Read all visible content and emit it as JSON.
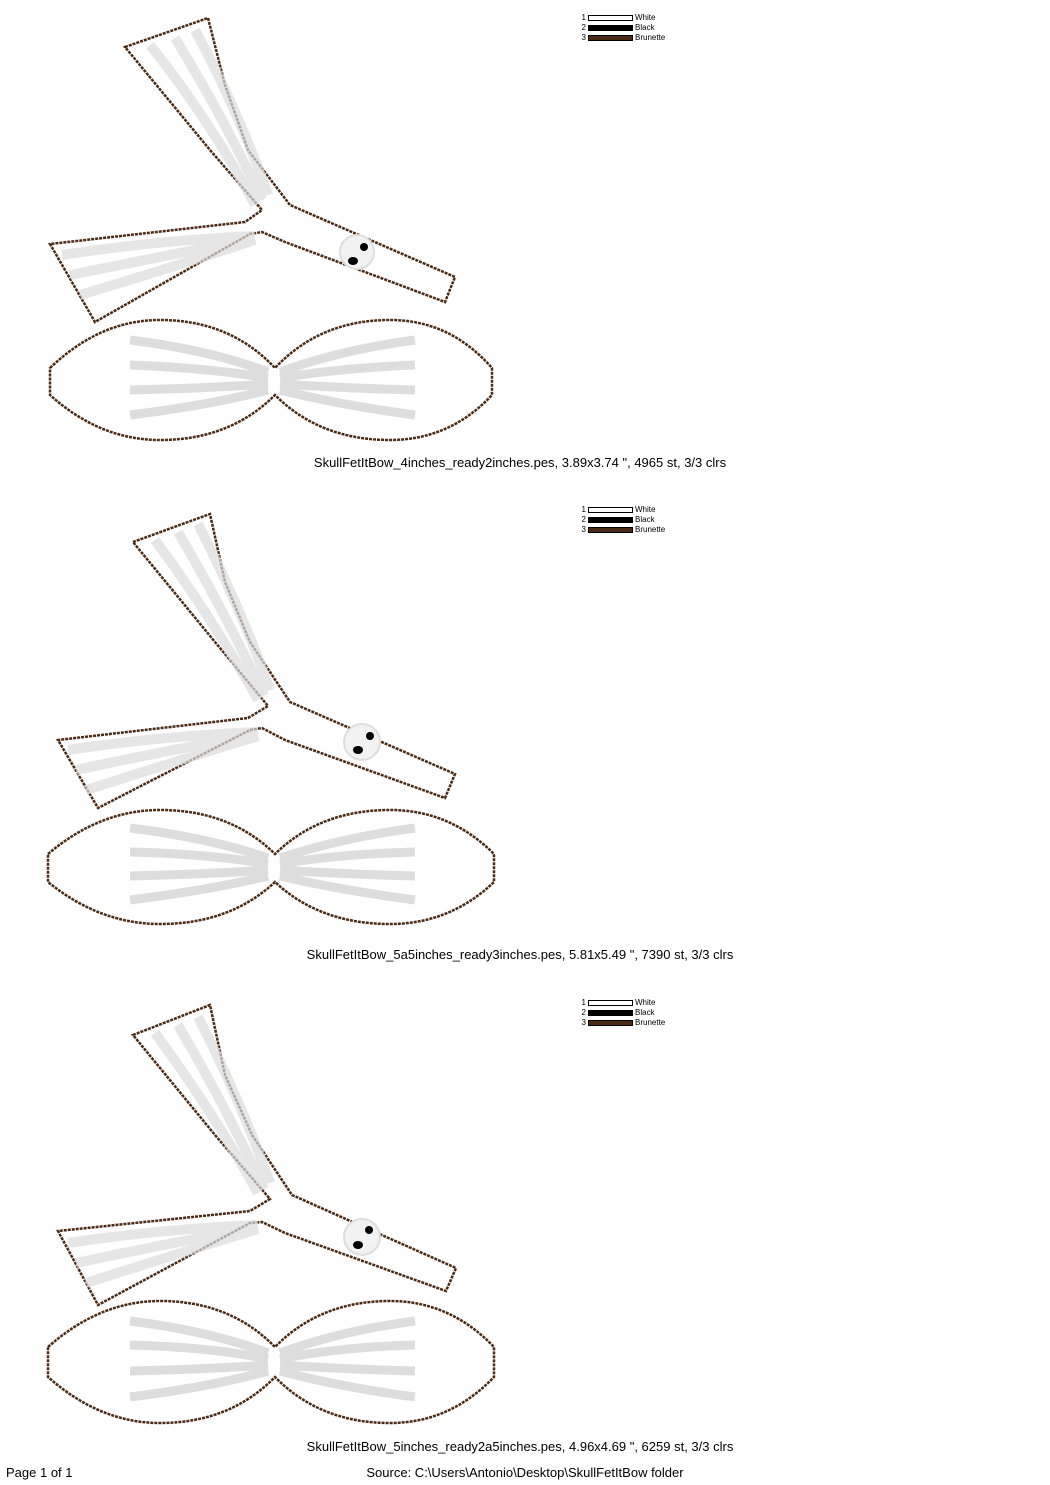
{
  "legend": [
    {
      "num": "1",
      "name": "White",
      "color": "#ffffff"
    },
    {
      "num": "2",
      "name": "Black",
      "color": "#000000"
    },
    {
      "num": "3",
      "name": "Brunette",
      "color": "#4a2a14"
    }
  ],
  "designs": [
    {
      "caption": "SkullFetItBow_4inches_ready2inches.pes, 3.89x3.74 \", 4965 st, 3/3 clrs"
    },
    {
      "caption": "SkullFetItBow_5a5inches_ready3inches.pes, 5.81x5.49 \", 7390 st, 3/3 clrs"
    },
    {
      "caption": "SkullFetItBow_5inches_ready2a5inches.pes, 4.96x4.69 \", 6259 st, 3/3 clrs"
    }
  ],
  "footer": {
    "page": "Page 1 of 1",
    "source": "Source: C:\\Users\\Antonio\\Desktop\\SkullFetItBow folder"
  },
  "colors": {
    "outline": "#4a2a14",
    "fill_shade": "#eeeeee",
    "skull": "#000000"
  }
}
